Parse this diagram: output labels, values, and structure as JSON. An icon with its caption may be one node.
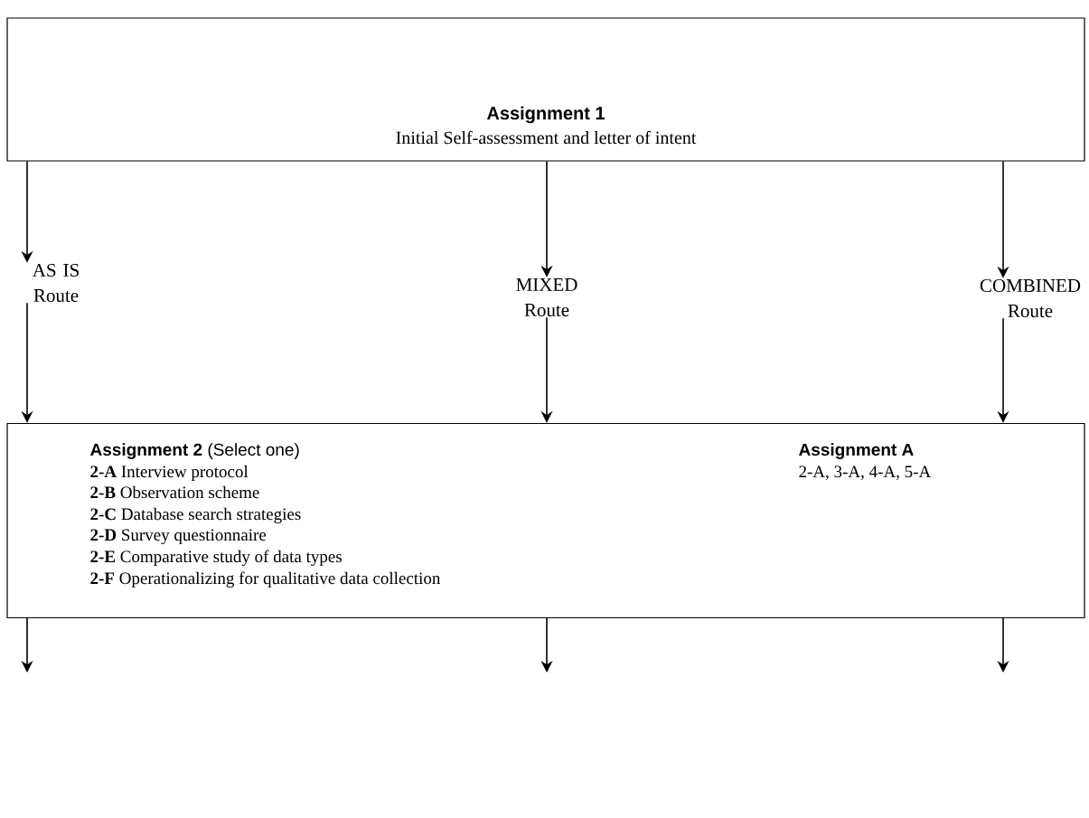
{
  "diagram": {
    "nodes": [
      {
        "text": [
          "Assignment 1",
          "Initial Self-assessment and letter of intent"
        ]
      },
      {
        "text": [
          "AS IS Route"
        ]
      },
      {
        "text": [
          "MIXED Route"
        ]
      },
      {
        "text": [
          "COMBINED Route"
        ]
      },
      {
        "text": [
          "**Assignment 2** (Select one)",
          "**2-A** Interview protocol",
          "**2-B** Observation scheme",
          "**2-C** Database search strategies",
          "**2-D** Survey questionnaire",
          "**2-E** Comparative study of data types",
          "**2-F** Operationalizing for qualitative data collection",
          "Assignment A",
          "2-A, 3-A, 4-A, 5-A"
        ]
      }
    ],
    "edges": [
      {
        "from": 0,
        "to": 1,
        "arrow": "to"
      },
      {
        "from": 0,
        "to": 2,
        "arrow": "to"
      },
      {
        "from": 0,
        "to": 3,
        "arrow": "to"
      },
      {
        "from": 1,
        "to": 4,
        "arrow": "to"
      },
      {
        "from": 2,
        "to": 4,
        "arrow": "to"
      },
      {
        "from": 3,
        "to": 4,
        "arrow": "to"
      },
      {
        "from": 4,
        "to": null,
        "arrow": "to"
      },
      {
        "from": 4,
        "to": null,
        "arrow": "to"
      },
      {
        "from": 4,
        "to": null,
        "arrow": "to"
      }
    ]
  }
}
